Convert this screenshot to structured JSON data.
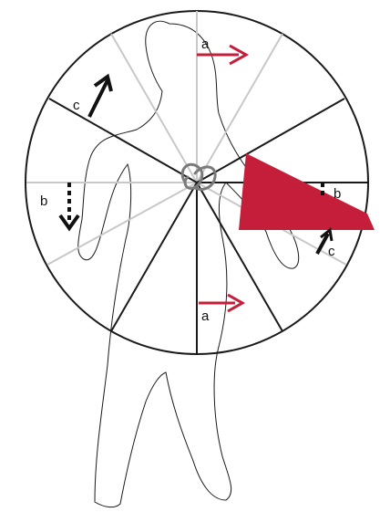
{
  "colors": {
    "accent_red": "#c41e3a",
    "outline": "#1a1a1a",
    "divider_light": "#c8c8c8",
    "hook": "#7a7a7a",
    "background": "#ffffff"
  },
  "labels": {
    "a_top": "a",
    "c_left": "c",
    "b_left": "b",
    "b_right": "b",
    "c_right": "c",
    "a_bottom": "a"
  },
  "icons": {
    "hook": "hook-icon",
    "solid_arrow": "solid-arrow-icon",
    "dashed_arrow": "dashed-arrow-icon",
    "wedge": "red-wedge-arrow-icon"
  }
}
